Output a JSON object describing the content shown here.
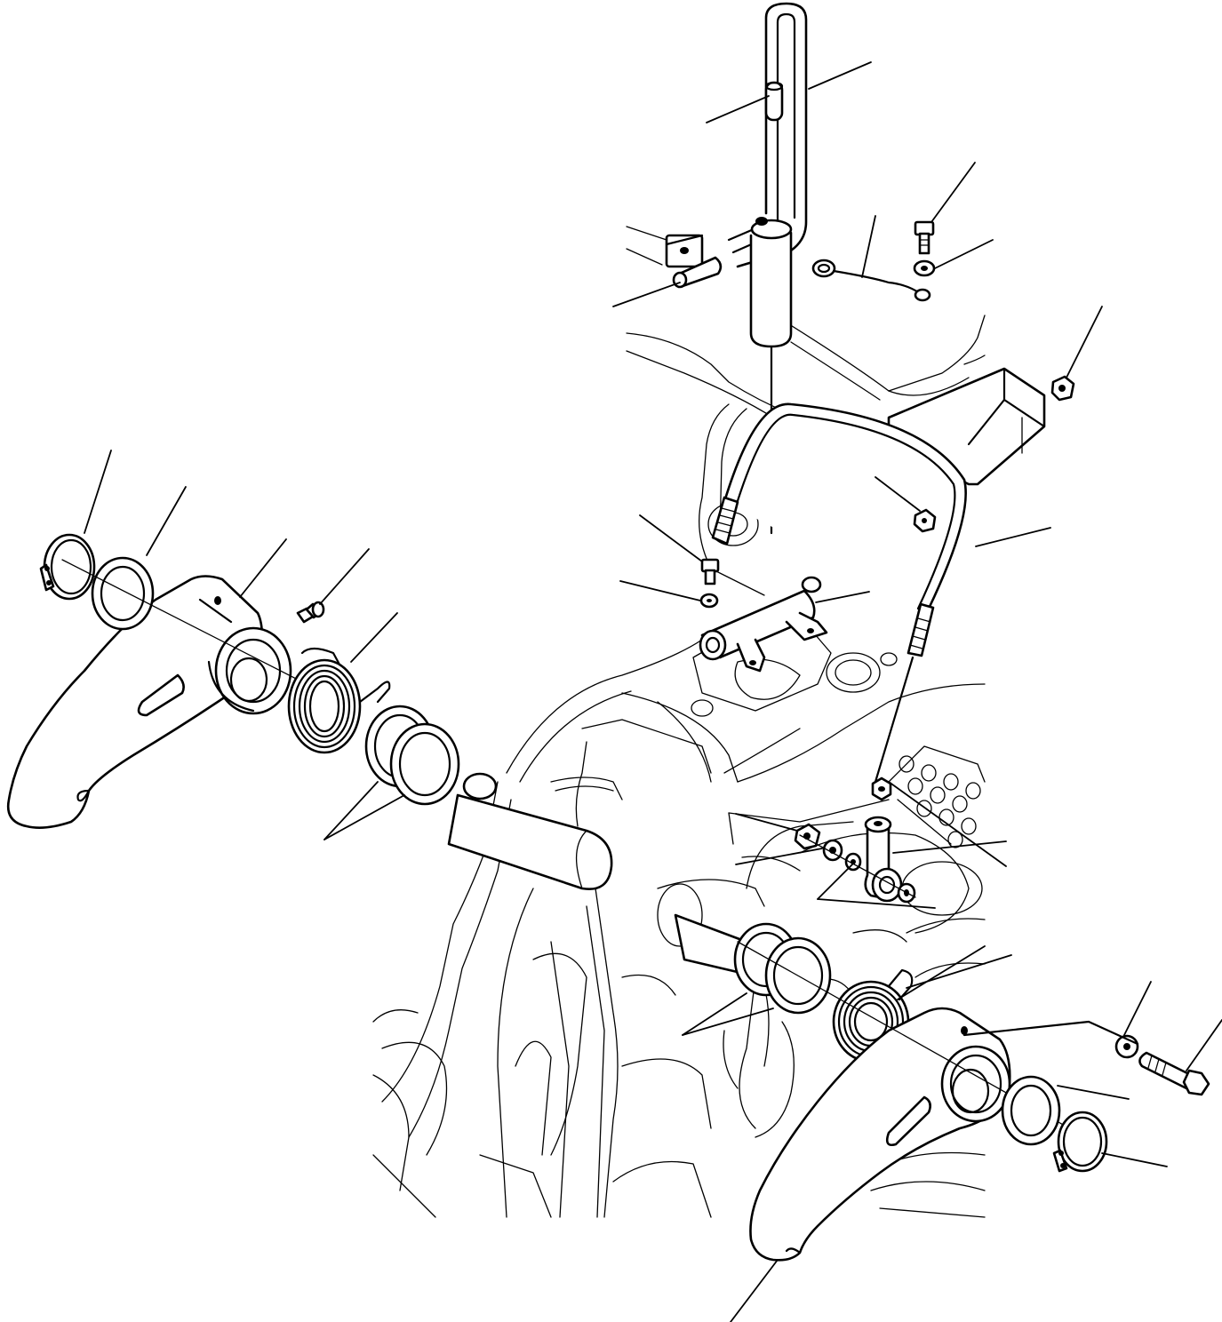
{
  "diagram": {
    "type": "exploded-parts-illustration",
    "colors": {
      "stroke": "#000000",
      "background": "#ffffff"
    },
    "labels": [],
    "parts": [
      "lever",
      "grip-sleeve",
      "clamp",
      "cable",
      "bolt",
      "washer",
      "nut",
      "u-bolt",
      "roller-shaft",
      "frame-body",
      "swing-arm-left",
      "swing-arm-right",
      "torsion-spring-left",
      "torsion-spring-right",
      "snap-ring-left",
      "snap-ring-right",
      "thrust-washer-left",
      "thrust-washer-right",
      "shim-pair-left",
      "shim-pair-right",
      "grease-fitting",
      "rod-end",
      "link-washer-set",
      "side-bolt",
      "side-washer"
    ]
  }
}
